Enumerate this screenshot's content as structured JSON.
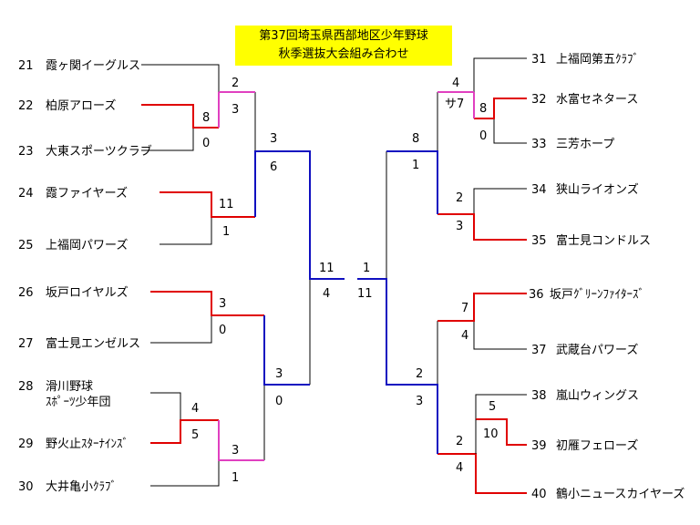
{
  "title": {
    "line1": "第37回埼玉県西部地区少年野球",
    "line2": "秋季選抜大会組み合わせ"
  },
  "colors": {
    "thin": "#000000",
    "red": "#e00000",
    "blue": "#1010c0",
    "pink": "#e040c0",
    "title_bg": "#ffff00"
  },
  "teams_left": [
    {
      "no": "21",
      "name": "霞ヶ関イーグルス"
    },
    {
      "no": "22",
      "name": "柏原アローズ"
    },
    {
      "no": "23",
      "name": "大東スポーツクラブ"
    },
    {
      "no": "24",
      "name": "霞ファイヤーズ"
    },
    {
      "no": "25",
      "name": "上福岡パワーズ"
    },
    {
      "no": "26",
      "name": "坂戸ロイヤルズ"
    },
    {
      "no": "27",
      "name": "富士見エンゼルス"
    },
    {
      "no": "28",
      "name": "滑川野球",
      "name2": "ｽﾎﾟｰﾂ少年団"
    },
    {
      "no": "29",
      "name": "野火止ｽﾀｰﾅｲﾝｽﾞ"
    },
    {
      "no": "30",
      "name": "大井亀小ｸﾗﾌﾞ"
    }
  ],
  "teams_right": [
    {
      "no": "31",
      "name": "上福岡第五ｸﾗﾌﾞ"
    },
    {
      "no": "32",
      "name": "水富セネタース"
    },
    {
      "no": "33",
      "name": "三芳ホープ"
    },
    {
      "no": "34",
      "name": "狭山ライオンズ"
    },
    {
      "no": "35",
      "name": "富士見コンドルス"
    },
    {
      "no": "36",
      "name": "坂戸ｸﾞﾘｰﾝﾌｧｲﾀｰｽﾞ"
    },
    {
      "no": "37",
      "name": "武蔵台パワーズ"
    },
    {
      "no": "38",
      "name": "嵐山ウィングス"
    },
    {
      "no": "39",
      "name": "初雁フェローズ"
    },
    {
      "no": "40",
      "name": "鶴小ニュースカイヤーズ"
    }
  ],
  "scores": [
    {
      "id": "s-22-23-top",
      "value": "8"
    },
    {
      "id": "s-22-23-bot",
      "value": "0"
    },
    {
      "id": "s-21-top",
      "value": "2"
    },
    {
      "id": "s-21-bot",
      "value": "3"
    },
    {
      "id": "s-24-25-top",
      "value": "11"
    },
    {
      "id": "s-24-25-bot",
      "value": "1"
    },
    {
      "id": "s-q1-top",
      "value": "3"
    },
    {
      "id": "s-q1-bot",
      "value": "6"
    },
    {
      "id": "s-26-27-top",
      "value": "3"
    },
    {
      "id": "s-26-27-bot",
      "value": "0"
    },
    {
      "id": "s-28-29-top",
      "value": "4"
    },
    {
      "id": "s-28-29-bot",
      "value": "5"
    },
    {
      "id": "s-30-top",
      "value": "3"
    },
    {
      "id": "s-30-bot",
      "value": "1"
    },
    {
      "id": "s-q2-top",
      "value": "3"
    },
    {
      "id": "s-q2-bot",
      "value": "0"
    },
    {
      "id": "s-lsemi-top",
      "value": "11"
    },
    {
      "id": "s-lsemi-bot",
      "value": "4"
    },
    {
      "id": "s-final-left",
      "value": "1"
    },
    {
      "id": "s-final-right",
      "value": "11"
    },
    {
      "id": "s-32-33-top",
      "value": "8"
    },
    {
      "id": "s-32-33-bot",
      "value": "0"
    },
    {
      "id": "s-31-top",
      "value": "4"
    },
    {
      "id": "s-31-bot",
      "value": "サ7"
    },
    {
      "id": "s-34-35-top",
      "value": "2"
    },
    {
      "id": "s-34-35-bot",
      "value": "3"
    },
    {
      "id": "s-q3-top",
      "value": "8"
    },
    {
      "id": "s-q3-bot",
      "value": "1"
    },
    {
      "id": "s-36-37-top",
      "value": "7"
    },
    {
      "id": "s-36-37-bot",
      "value": "4"
    },
    {
      "id": "s-38-39-top",
      "value": "5"
    },
    {
      "id": "s-38-39-bot",
      "value": "10"
    },
    {
      "id": "s-40-top",
      "value": "2"
    },
    {
      "id": "s-40-bot",
      "value": "4"
    },
    {
      "id": "s-q4-top",
      "value": "2"
    },
    {
      "id": "s-q4-bot",
      "value": "3"
    }
  ]
}
